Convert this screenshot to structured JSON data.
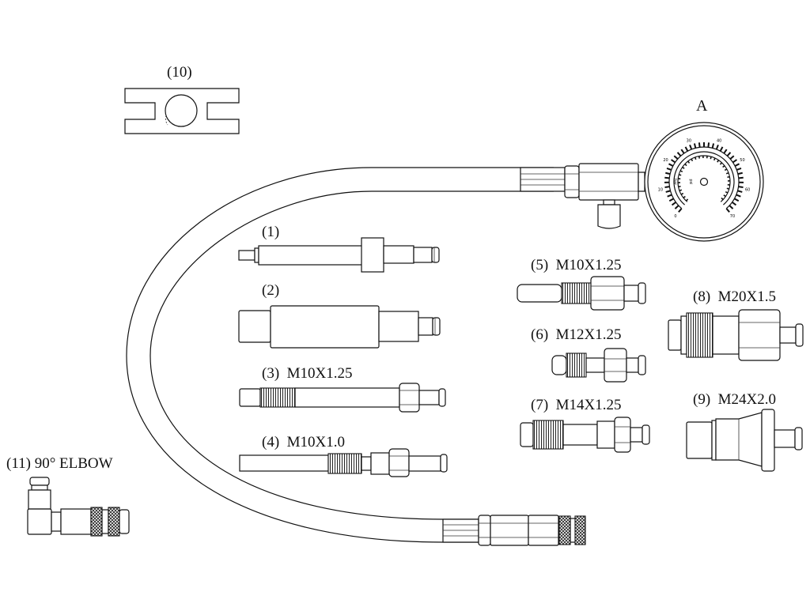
{
  "diagram": {
    "title": "Compression tester kit components",
    "gauge": {
      "label": "A",
      "scale_outer_labels": [
        "0",
        "10",
        "20",
        "30",
        "40",
        "50",
        "60",
        "70"
      ],
      "unit_labels": [
        "bar",
        "psi"
      ],
      "connector": "hex fitting with pressure release valve"
    },
    "hose": {
      "description": "flexible hose with hex ferrule and quick coupler ends"
    },
    "parts": [
      {
        "id": "1",
        "label": "(1)",
        "spec": "",
        "type": "adapter-with-collar"
      },
      {
        "id": "2",
        "label": "(2)",
        "spec": "",
        "type": "large-rubber-cone-adapter"
      },
      {
        "id": "3",
        "label": "(3)",
        "spec": "M10X1.25",
        "type": "long-threaded-adapter"
      },
      {
        "id": "4",
        "label": "(4)",
        "spec": "M10X1.0",
        "type": "long-threaded-adapter"
      },
      {
        "id": "5",
        "label": "(5)",
        "spec": "M10X1.25",
        "type": "threaded-adapter"
      },
      {
        "id": "6",
        "label": "(6)",
        "spec": "M12X1.25",
        "type": "threaded-adapter"
      },
      {
        "id": "7",
        "label": "(7)",
        "spec": "M14X1.25",
        "type": "threaded-adapter"
      },
      {
        "id": "8",
        "label": "(8)",
        "spec": "M20X1.5",
        "type": "threaded-adapter"
      },
      {
        "id": "9",
        "label": "(9)",
        "spec": "M24X2.0",
        "type": "threaded-adapter"
      },
      {
        "id": "10",
        "label": "(10)",
        "spec": "",
        "type": "holder-plate"
      },
      {
        "id": "11",
        "label": "(11)",
        "spec": "90° ELBOW",
        "type": "elbow-coupler"
      }
    ]
  }
}
